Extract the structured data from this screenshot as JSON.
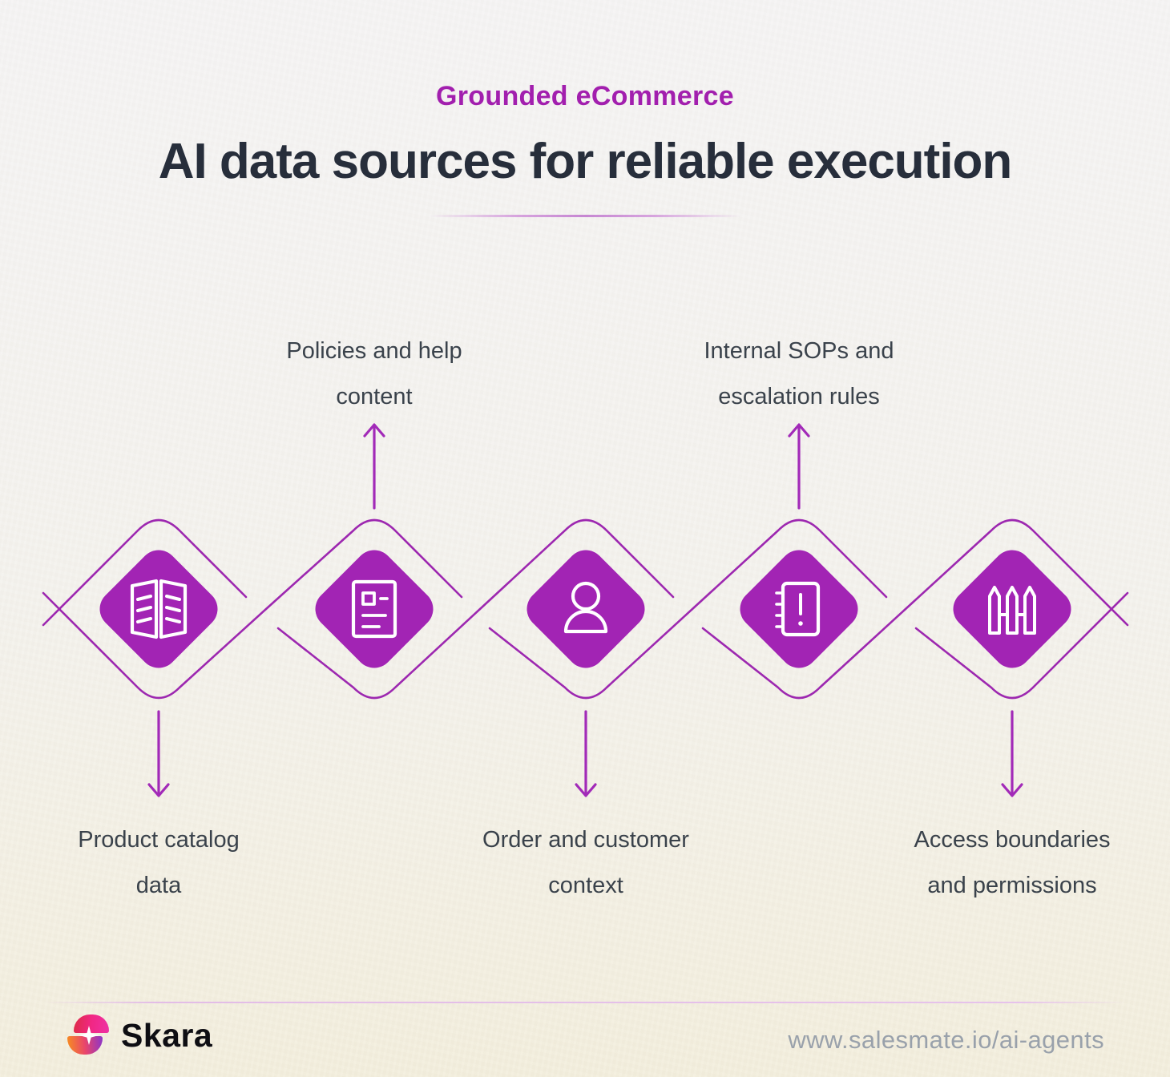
{
  "header": {
    "eyebrow": "Grounded eCommerce",
    "title": "AI data sources for reliable execution"
  },
  "items": [
    {
      "id": "product-catalog",
      "icon": "open-book-icon",
      "label_line1": "Product catalog",
      "label_line2": "data",
      "label_position": "bottom"
    },
    {
      "id": "policies-help",
      "icon": "document-icon",
      "label_line1": "Policies and help",
      "label_line2": "content",
      "label_position": "top"
    },
    {
      "id": "order-customer",
      "icon": "user-icon",
      "label_line1": "Order and customer",
      "label_line2": "context",
      "label_position": "bottom"
    },
    {
      "id": "internal-sops",
      "icon": "notebook-alert-icon",
      "label_line1": "Internal SOPs and",
      "label_line2": "escalation rules",
      "label_position": "top"
    },
    {
      "id": "access-boundaries",
      "icon": "fence-icon",
      "label_line1": "Access boundaries",
      "label_line2": "and permissions",
      "label_position": "bottom"
    }
  ],
  "footer": {
    "brand": "Skara",
    "url": "www.salesmate.io/ai-agents"
  },
  "colors": {
    "accent_purple": "#a224b4",
    "outline_purple": "#9d28b0",
    "eyebrow": "#a21fae",
    "title": "#272e3b",
    "label_text": "#3a424b",
    "muted_url": "#99a1ab",
    "background_top": "#f5f4f4",
    "background_bottom": "#f3eedd"
  }
}
